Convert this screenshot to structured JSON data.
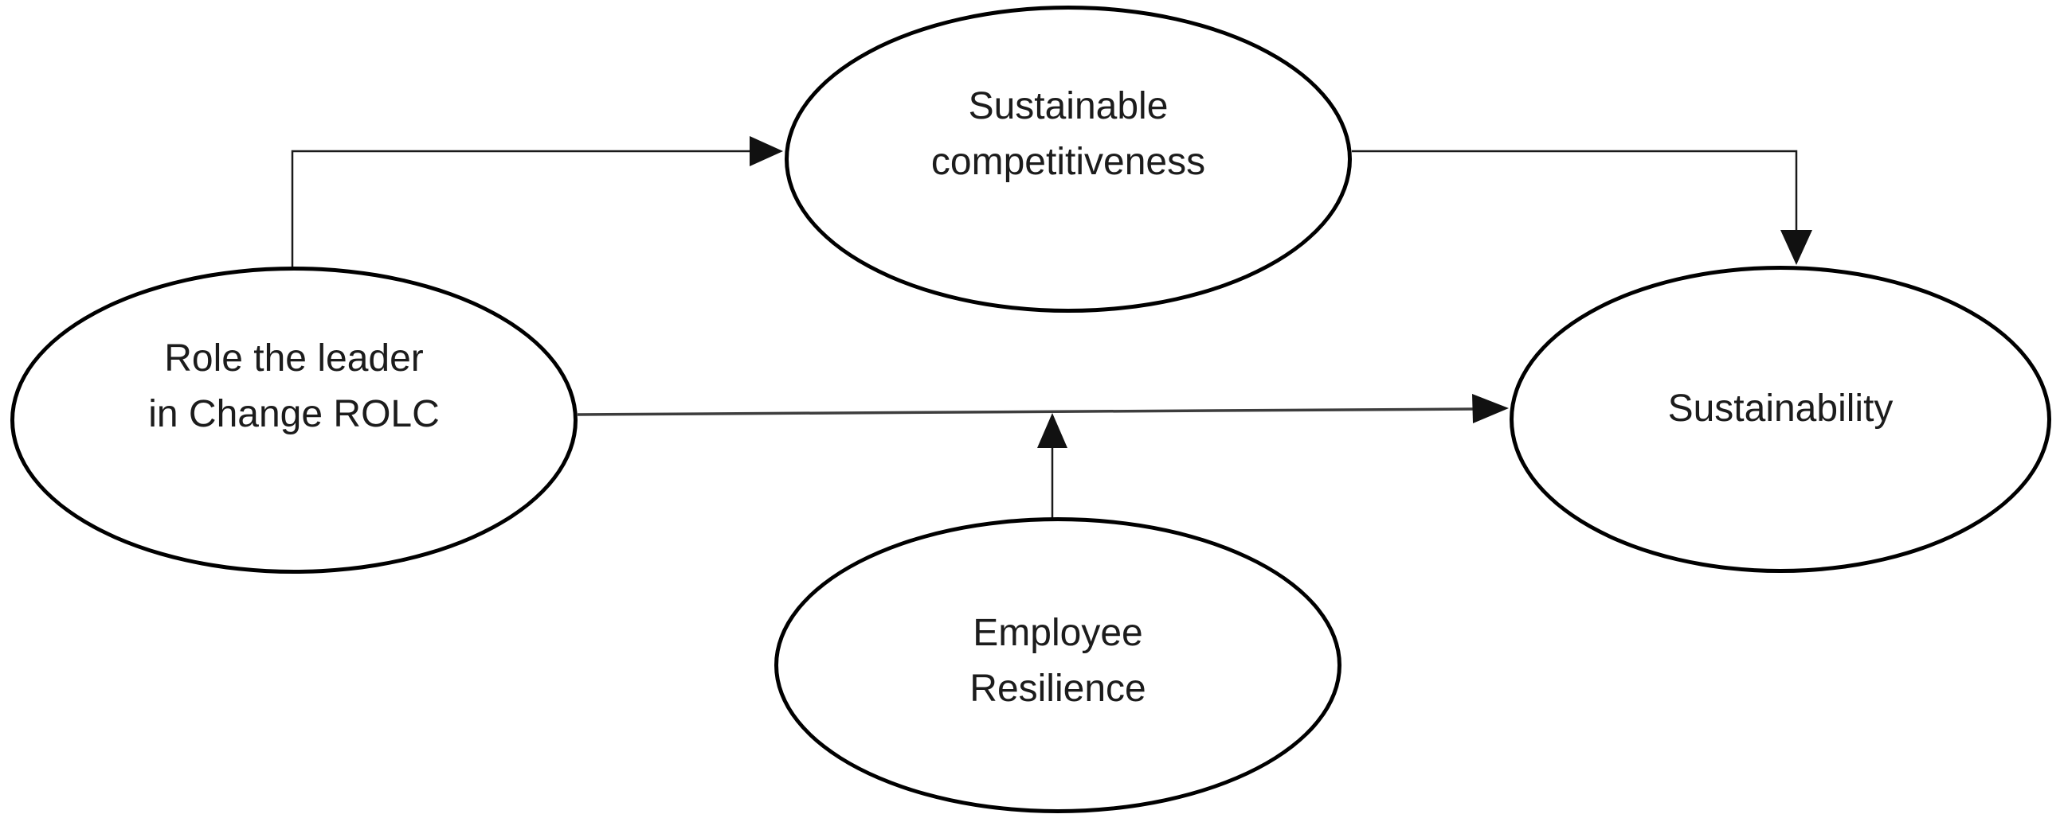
{
  "colors": {
    "background": "#ffffff",
    "node_fill": "#ffffff",
    "node_stroke": "#000000",
    "text": "#1c1c1c",
    "connector": "#1a1a1a",
    "connector_middle": "#3d3d3d"
  },
  "nodes": {
    "rolc": {
      "label": "Role the leader in Change ROLC",
      "line1": "Role the leader",
      "line2": "in Change ROLC"
    },
    "sustainable_competitiveness": {
      "label": "Sustainable competitiveness",
      "line1": "Sustainable",
      "line2": "competitiveness"
    },
    "sustainability": {
      "label": "Sustainability",
      "line1": "Sustainability"
    },
    "employee_resilience": {
      "label": "Employee Resilience",
      "line1": "Employee",
      "line2": "Resilience"
    }
  },
  "edges": [
    {
      "from": "Role the leader in Change ROLC",
      "to": "Sustainable competitiveness",
      "shape": "elbow (up from ROLC top, right into left side)",
      "arrowhead_at": "Sustainable competitiveness"
    },
    {
      "from": "Sustainable competitiveness",
      "to": "Sustainability",
      "shape": "elbow (right from right side, down into top)",
      "arrowhead_at": "Sustainability"
    },
    {
      "from": "Role the leader in Change ROLC",
      "to": "Sustainability",
      "shape": "straight horizontal",
      "arrowhead_at": "Sustainability"
    },
    {
      "from": "Employee Resilience",
      "to": "connector between Role the leader in Change ROLC and Sustainability",
      "shape": "straight vertical upward",
      "arrowhead_at": "connector line"
    }
  ]
}
